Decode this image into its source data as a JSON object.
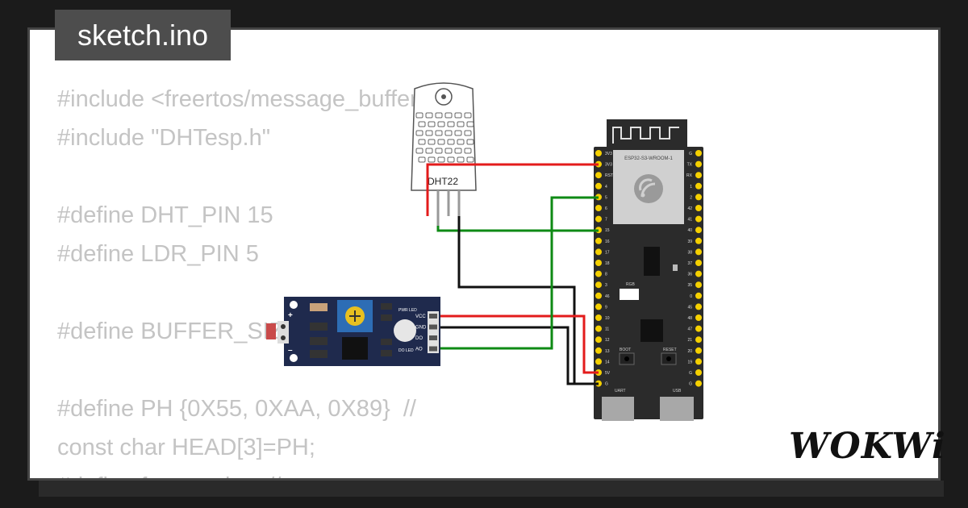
{
  "file_tab": {
    "label": "sketch.ino"
  },
  "code_lines": [
    "#include <freertos/message_buffer.h>",
    "#include \"DHTesp.h\"",
    "",
    "#define DHT_PIN 15",
    "#define LDR_PIN 5",
    "",
    "#define BUFFER_SIZE",
    "",
    "#define PH {0X55, 0XAA, 0X89}  //",
    "const char HEAD[3]=PH;",
    "#define frame_size  //"
  ],
  "dht": {
    "label": "DHT22"
  },
  "ldr_module": {
    "pins": [
      "VCC",
      "GND",
      "DO",
      "AO"
    ],
    "pwr_led": "PWR LED",
    "do_led": "DO LED",
    "plus": "+",
    "minus": "–"
  },
  "esp32": {
    "module_label": "ESP32-S3-WROOM-1",
    "left_pins": [
      "3V3",
      "3V3",
      "RST",
      "4",
      "5",
      "6",
      "7",
      "15",
      "16",
      "17",
      "18",
      "8",
      "3",
      "46",
      "9",
      "10",
      "11",
      "12",
      "13",
      "14",
      "5V",
      "G"
    ],
    "right_pins": [
      "G",
      "TX",
      "RX",
      "1",
      "2",
      "42",
      "41",
      "40",
      "39",
      "38",
      "37",
      "36",
      "35",
      "0",
      "45",
      "48",
      "47",
      "21",
      "20",
      "19",
      "G",
      "G"
    ],
    "rgb_label": "RGB",
    "boot_label": "BOOT",
    "reset_label": "RESET",
    "uart_label": "UART",
    "usb_label": "USB"
  },
  "brand": {
    "logo_text": "WOKWi"
  },
  "colors": {
    "wire_red": "#e31b1b",
    "wire_black": "#111111",
    "wire_green": "#0e8a14",
    "pin_gold": "#f5d000",
    "board_dark": "#2b2b2b",
    "ldr_pcb": "#1f2a4d"
  }
}
